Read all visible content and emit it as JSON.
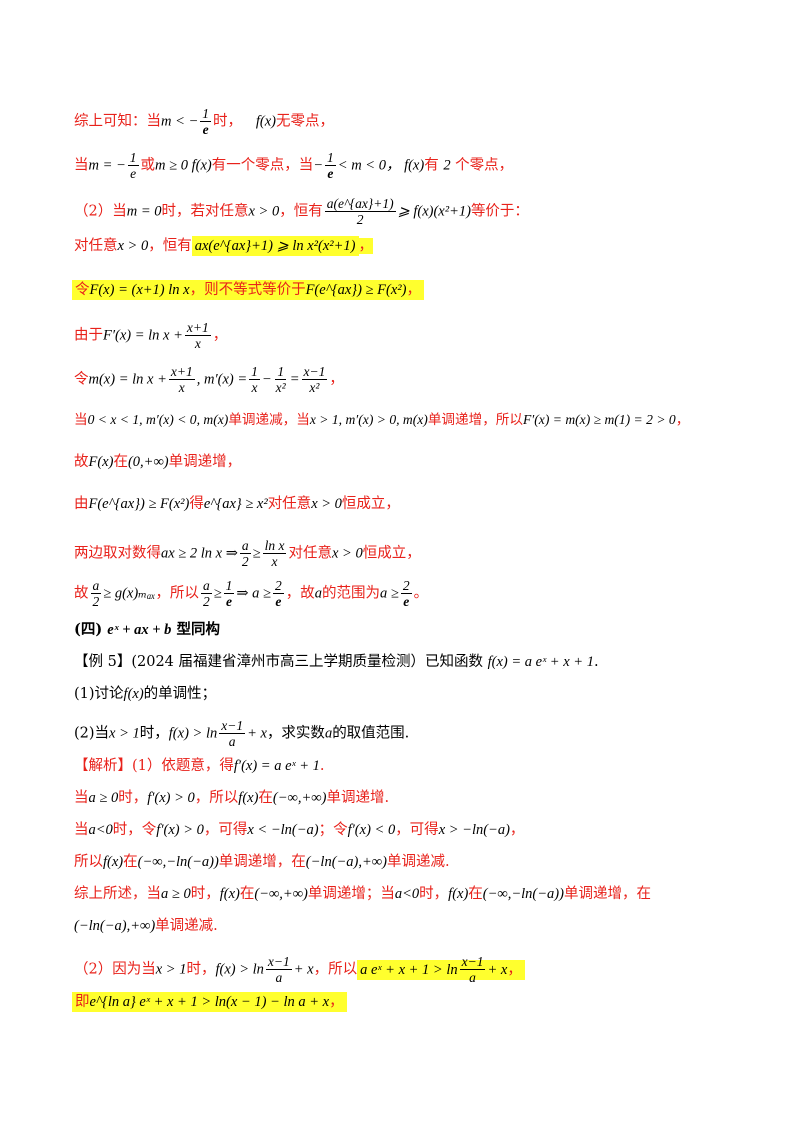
{
  "lines": {
    "l1": {
      "pre": "综上可知：当",
      "m1": "m < −",
      "f_num": "1",
      "f_den": "e",
      "mid": "时，",
      "m2": "f(x)",
      "post": "无零点，"
    },
    "l2": {
      "pre": "当",
      "m1": "m = −",
      "f1_num": "1",
      "f1_den": "e",
      "t1": "或",
      "m2": "m ≥ 0  f(x)",
      "t2": "有一个零点，当",
      "m3": "−",
      "f2_num": "1",
      "f2_den": "e",
      "m4": "< m < 0，  f(x)",
      "t3": "有",
      "m5": "2",
      "t4": "个零点，"
    },
    "l3": {
      "pre": "（2）当",
      "m1": "m = 0",
      "t1": "时，若对任意",
      "m2": "x > 0",
      "t2": "，恒有",
      "f_num": "a(e^{ax}+1)",
      "f_den": "2",
      "m3": "⩾ f(x)(x²+1)",
      "t3": "等价于："
    },
    "l4": {
      "pre": "对任意",
      "m1": "x > 0",
      "t1": "，恒有",
      "hl": "ax(e^{ax}+1) ⩾ ln x²(x²+1)",
      "t2": "，"
    },
    "l5": {
      "t1": "令",
      "m1": "F(x) = (x+1) ln x",
      "t2": "，则不等式等价于",
      "m2": "F(e^{ax}) ≥ F(x²)",
      "t3": "，"
    },
    "l6": {
      "pre": "由于",
      "m1": "F′(x) = ln x +",
      "f_num": "x+1",
      "f_den": "x",
      "post": "，"
    },
    "l7": {
      "pre": "令",
      "m1": "m(x) = ln x +",
      "f1_num": "x+1",
      "f1_den": "x",
      "m2": ", m′(x) =",
      "f2_num": "1",
      "f2_den": "x",
      "m3": "−",
      "f3_num": "1",
      "f3_den": "x²",
      "m4": "=",
      "f4_num": "x−1",
      "f4_den": "x²",
      "post": "，"
    },
    "l8": {
      "pre": "当",
      "m1": "0 < x < 1, m′(x) < 0, m(x)",
      "t1": "单调递减，当",
      "m2": "x > 1, m′(x) > 0, m(x)",
      "t2": "单调递增，所以",
      "m3": "F′(x) = m(x) ≥ m(1) = 2 > 0",
      "post": "，"
    },
    "l9": {
      "pre": "故",
      "m1": "F(x)",
      "t1": "在",
      "m2": "(0,+∞)",
      "t2": "单调递增，"
    },
    "l10": {
      "pre": "由",
      "m1": "F(e^{ax}) ≥ F(x²)",
      "t1": "得",
      "m2": "e^{ax} ≥ x²",
      "t2": "对任意",
      "m3": "x > 0",
      "t3": "恒成立，"
    },
    "l11": {
      "pre": "两边取对数得",
      "m1": "ax ≥ 2 ln x ⇒",
      "f1_num": "a",
      "f1_den": "2",
      "m2": "≥",
      "f2_num": "ln x",
      "f2_den": "x",
      "t1": "对任意",
      "m3": "x > 0",
      "t2": "恒成立，"
    },
    "l12": {
      "pre": "故",
      "f1_num": "a",
      "f1_den": "2",
      "m1": "≥ g(x)ₘₐₓ",
      "t1": "，所以",
      "f2_num": "a",
      "f2_den": "2",
      "m2": "≥",
      "f3_num": "1",
      "f3_den": "e",
      "m3": "⇒ a ≥",
      "f4_num": "2",
      "f4_den": "e",
      "t2": "，故",
      "m4": "a",
      "t3": "的范围为",
      "m5": "a ≥",
      "f5_num": "2",
      "f5_den": "e",
      "post": "。"
    },
    "l13": {
      "text": "(四)",
      "m1": "eˣ + ax + b",
      "t1": "型同构"
    },
    "l14": {
      "pre": "【例 5】",
      "t1": "(2024 届福建省漳州市高三上学期质量检测）已知函数",
      "m1": "f(x) = a eˣ + x + 1",
      "post": "."
    },
    "l15": {
      "pre": "(1)讨论",
      "m1": "f(x)",
      "post": "的单调性；"
    },
    "l16": {
      "pre": "(2)当",
      "m1": "x > 1",
      "t1": "时，",
      "m2": "f(x) > ln",
      "f_num": "x−1",
      "f_den": "a",
      "m3": "+ x",
      "t2": "，求实数",
      "m4": "a",
      "post": "的取值范围."
    },
    "l17": {
      "pre": "【解析】",
      "t1": "(1）依题意，得",
      "m1": "f′(x) = a eˣ + 1",
      "post": "."
    },
    "l18": {
      "pre": "当",
      "m1": "a ≥ 0",
      "t1": "时，",
      "m2": "f′(x) > 0",
      "t2": "，所以",
      "m3": "f(x)",
      "t3": "在",
      "m4": "(−∞,+∞)",
      "post": "单调递增."
    },
    "l19": {
      "pre": "当",
      "m1": "a<0",
      "t1": "时，令",
      "m2": "f′(x) > 0",
      "t2": "，可得",
      "m3": "x < −ln(−a)",
      "t3": "；令",
      "m4": "f′(x) < 0",
      "t4": "，可得",
      "m5": "x > −ln(−a)",
      "post": "，"
    },
    "l20": {
      "pre": "所以",
      "m1": "f(x)",
      "t1": "在",
      "m2": "(−∞,−ln(−a))",
      "t2": "单调递增，在",
      "m3": "(−ln(−a),+∞)",
      "post": "单调递减."
    },
    "l21": {
      "pre": "综上所述，当",
      "m1": "a ≥ 0",
      "t1": "时，",
      "m2": "f(x)",
      "t2": "在",
      "m3": "(−∞,+∞)",
      "t3": "单调递增；当",
      "m4": "a<0",
      "t4": "时，",
      "m5": "f(x)",
      "t5": "在",
      "m6": "(−∞,−ln(−a))",
      "post": "单调递增，在"
    },
    "l22": {
      "m1": "(−ln(−a),+∞)",
      "post": "单调递减."
    },
    "l23": {
      "pre": "（2）因为当",
      "m1": "x > 1",
      "t1": "时，",
      "m2": "f(x) > ln",
      "f1_num": "x−1",
      "f1_den": "a",
      "m3": "+ x",
      "t2": "，所以",
      "hl1": "a eˣ + x + 1 > ln",
      "f2_num": "x−1",
      "f2_den": "a",
      "hl2": "+ x",
      "post": "，"
    },
    "l24": {
      "t1": "即",
      "m1": "e^{ln a} eˣ + x + 1 > ln(x − 1) − ln a + x",
      "post": "，"
    }
  }
}
